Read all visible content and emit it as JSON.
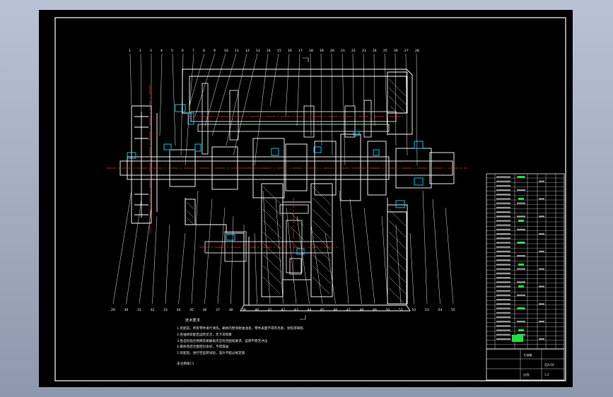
{
  "drawing": {
    "technical_requirements_heading": "技术要求",
    "technical_requirements": [
      "1.装配前，所有零件进行清洗，箱体内壁涂耐油油漆，零件表面不得有毛刺、划伤等缺陷",
      "2.各轴承装配后运转灵活，无卡滞现象",
      "3.各齿轮啮合侧隙及接触斑点应符合图纸要求，运转平稳无冲击",
      "4.箱体各结合面密封良好，不得漏油",
      "5.装配后，进行空运转试验，温升不超过规定值"
    ],
    "signature_line": "未注倒角C1",
    "part_numbers_top": [
      "1",
      "2",
      "3",
      "4",
      "5",
      "6",
      "7",
      "8",
      "9",
      "10",
      "11",
      "12",
      "13",
      "14",
      "15",
      "16",
      "17",
      "18",
      "19",
      "20",
      "21",
      "22",
      "23",
      "24",
      "25",
      "26",
      "27",
      "28"
    ],
    "part_numbers_bottom": [
      "29",
      "30",
      "31",
      "32",
      "33",
      "34",
      "35",
      "36",
      "37",
      "38",
      "39",
      "40",
      "41",
      "42",
      "43",
      "44",
      "45",
      "46",
      "47",
      "48",
      "49",
      "50",
      "51",
      "52",
      "53",
      "54",
      "55"
    ],
    "title_block": {
      "drawing_name": "主轴箱",
      "drawing_code": "ZJX-00",
      "scale_label": "比例",
      "scale_value": "1:2"
    }
  },
  "colors": {
    "background": "#000000",
    "frame": "#ffffff",
    "center_line": "#ff2020",
    "accent_cyan": "#00d8ff",
    "accent_green": "#20e040"
  }
}
